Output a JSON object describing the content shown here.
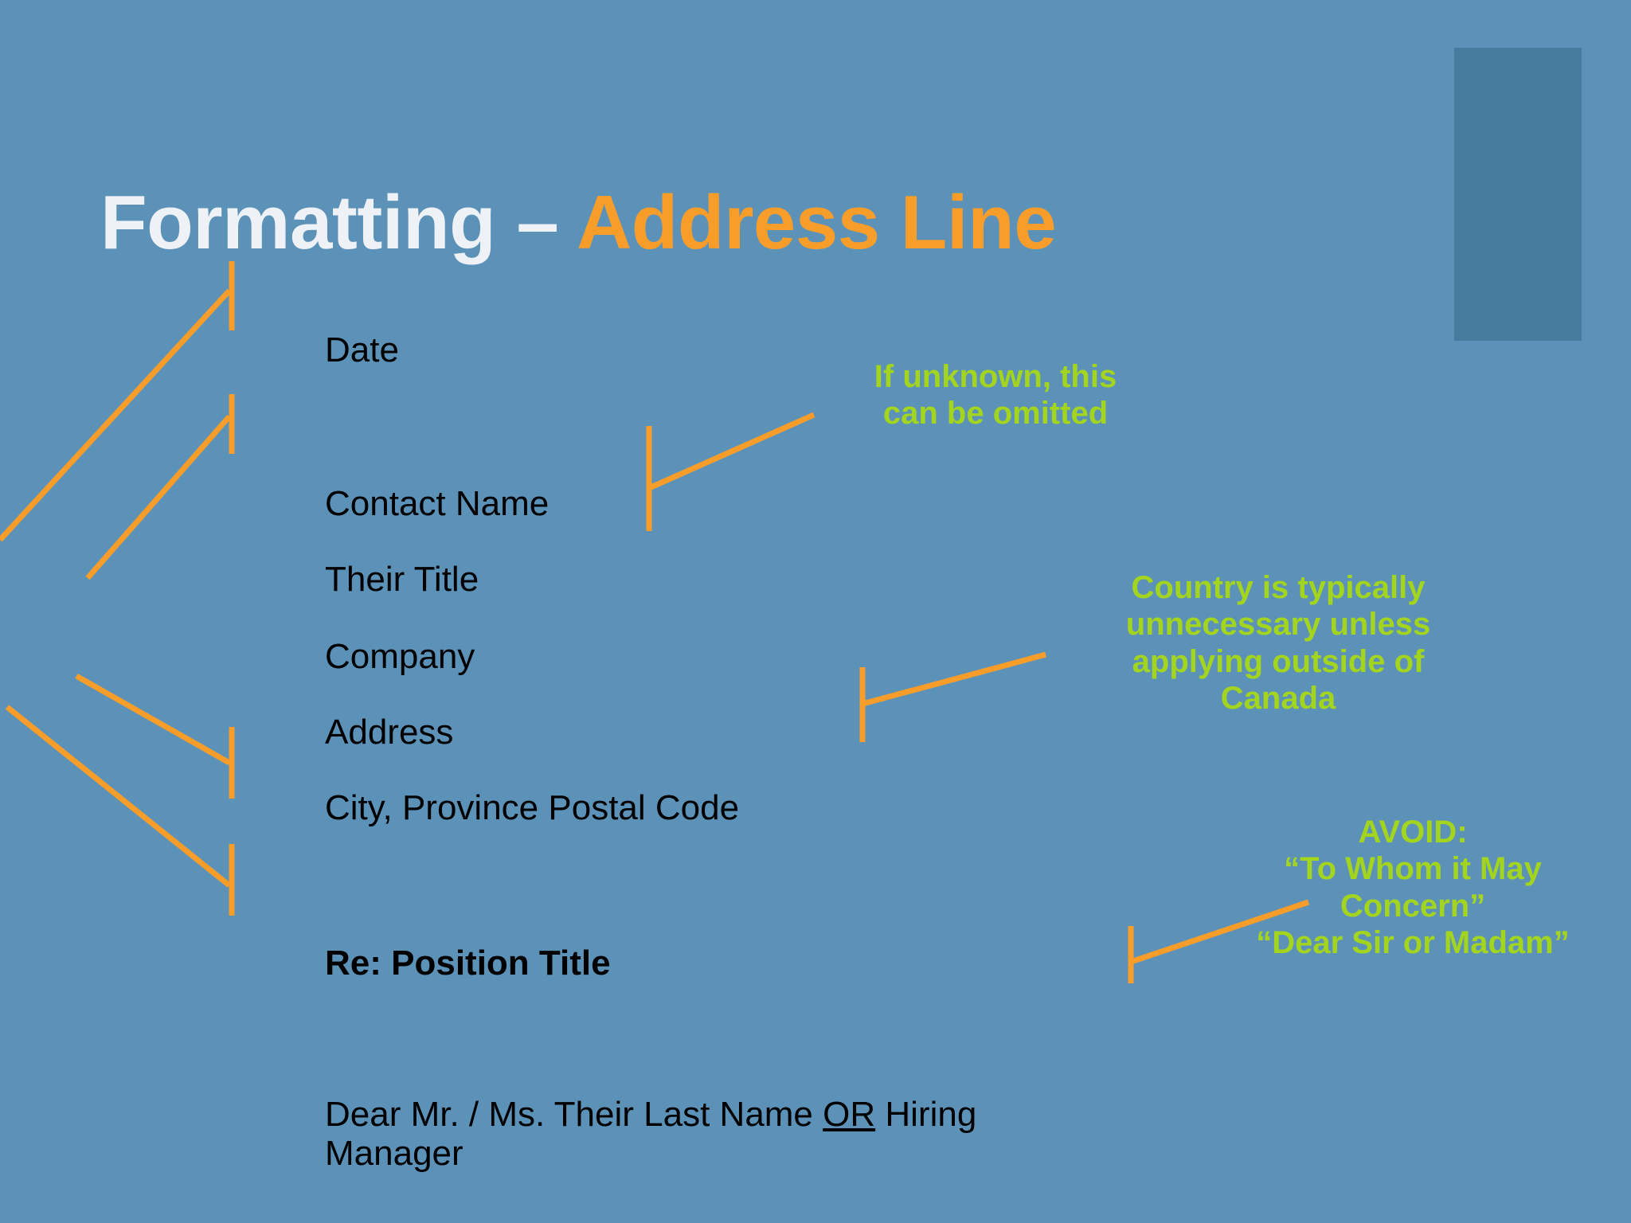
{
  "slide": {
    "title": {
      "part_plain": "Formatting – ",
      "part_accent": "Address Line"
    },
    "colors": {
      "background": "#5c92b8",
      "deco_panel": "#477c9e",
      "title_plain": "#eef2f7",
      "title_accent": "#f89d2a",
      "body_text": "#000000",
      "callout_green": "#a3d51f",
      "connector_orange": "#f89d2a"
    },
    "letter_lines": [
      {
        "text": "Date",
        "bold": false
      },
      {
        "text": "Contact Name",
        "bold": false
      },
      {
        "text": "Their Title",
        "bold": false
      },
      {
        "text": "Company",
        "bold": false
      },
      {
        "text": "Address",
        "bold": false
      },
      {
        "text": "City, Province Postal Code",
        "bold": false
      },
      {
        "text": "Re: Position Title",
        "bold": true
      }
    ],
    "salutation": {
      "before": "Dear Mr. / Ms. Their Last Name ",
      "underlined": "OR",
      "after": " Hiring Manager"
    },
    "callouts": [
      {
        "name": "contact-name-note",
        "lines": [
          "If unknown, this",
          "can be omitted"
        ]
      },
      {
        "name": "country-note",
        "lines": [
          "Country is typically",
          "unnecessary unless",
          "applying outside of",
          "Canada"
        ]
      },
      {
        "name": "avoid-note",
        "lines": [
          "AVOID:",
          "“To Whom it May",
          "Concern”",
          "“Dear Sir or Madam”"
        ]
      }
    ]
  }
}
